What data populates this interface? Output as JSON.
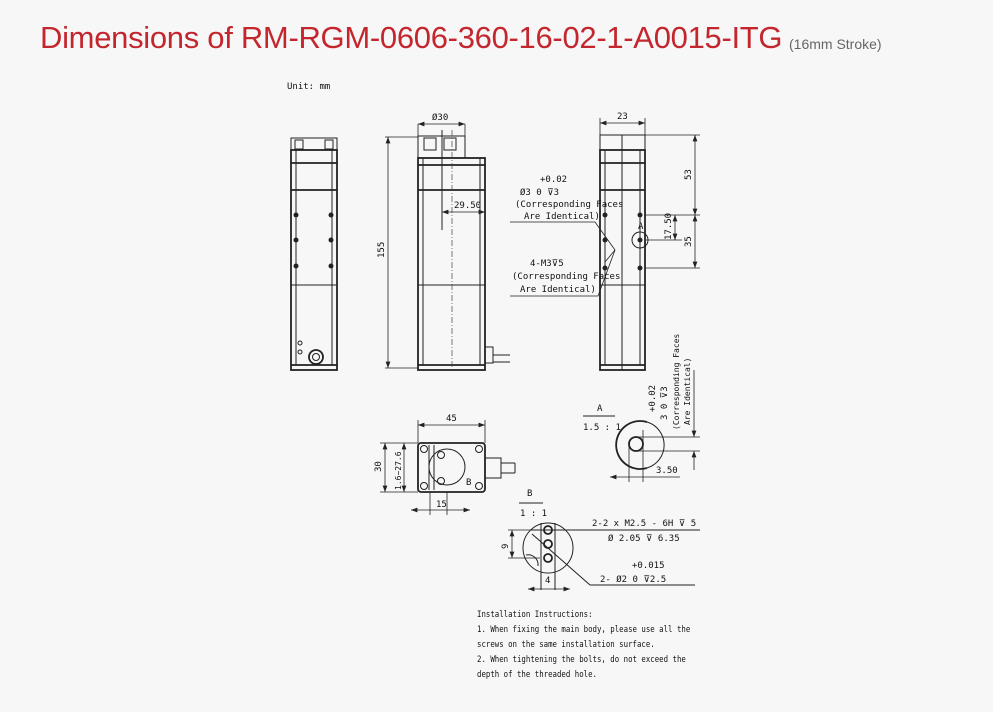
{
  "header": {
    "title": "Dimensions of RM-RGM-0606-360-16-02-1-A0015-ITG",
    "subtitle": "(16mm Stroke)"
  },
  "drawing": {
    "unit": "Unit: mm",
    "dims": {
      "dia30": "Ø30",
      "w23": "23",
      "h155": "155",
      "d29_50": "29.50",
      "h53": "53",
      "h35": "35",
      "h17_50": "17.50",
      "w45": "45",
      "h30": "30",
      "range": "1.6~27.6",
      "w15": "15",
      "d3_50": "3.50",
      "b9": "9",
      "b4": "4"
    },
    "callouts": {
      "pin_tol": "+0.02",
      "pin_hole": "Ø3   0    ⊽3",
      "corr1": "(Corresponding Faces",
      "ident1": "Are Identical)",
      "m3": "4-M3⊽5",
      "corr2": "(Corresponding Faces",
      "ident2": "Are Identical)",
      "a_tol": "+0.02",
      "a_hole": "3   0   ⊽3",
      "a_corr": "(Corresponding Faces",
      "a_ident": "Are Identical)",
      "a_mark": "A",
      "b_mark": "B",
      "m25": "2-2 x  M2.5 - 6H ⊽ 5",
      "d205": "Ø 2.05 ⊽ 6.35",
      "b_tol": "+0.015",
      "b_hole": "2- Ø2   0    ⊽2.5"
    },
    "details": {
      "a_label": "A",
      "a_scale": "1.5 : 1",
      "b_label": "B",
      "b_scale": "1 : 1"
    }
  },
  "instructions": {
    "heading": "Installation Instructions:",
    "line1": "1. When fixing the main body, please use all the",
    "line2": "screws on the same installation surface.",
    "line3": "2. When tightening the bolts, do not exceed the",
    "line4": "depth of the threaded hole."
  }
}
